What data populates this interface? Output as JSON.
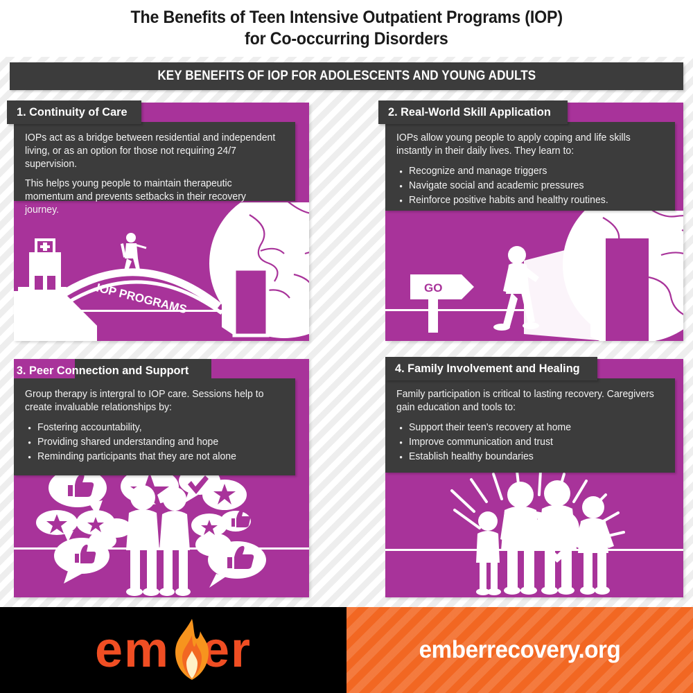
{
  "meta": {
    "accent_magenta": "#a8339a",
    "dark": "#3c3c3c",
    "orange": "#f26722",
    "logo_orange": "#f04e23"
  },
  "title": {
    "line1": "The Benefits of Teen Intensive Outpatient Programs (IOP)",
    "line2": "for Co-occurring Disorders"
  },
  "section_header": "KEY BENEFITS OF IOP FOR ADOLESCENTS AND YOUNG ADULTS",
  "cards": [
    {
      "tab": "1. Continuity of Care",
      "paragraphs": [
        "IOPs act as a bridge between residential and independent living, or as an option for those not requiring 24/7 supervision.",
        "This helps young people to maintain therapeutic momentum and prevents setbacks in their recovery journey."
      ],
      "bullets": [],
      "illustration": "bridge-hospital-door-globe",
      "illustration_label": "IOP PROGRAMS"
    },
    {
      "tab": "2. Real-World Skill Application",
      "paragraphs": [
        "IOPs allow young people to apply coping and life skills instantly in their daily lives. They learn to:"
      ],
      "bullets": [
        "Recognize and manage triggers",
        "Navigate social and academic pressures",
        "Reinforce positive habits and healthy routines."
      ],
      "illustration": "person-walking-go-sign-door-globe",
      "illustration_label": "GO"
    },
    {
      "tab": "3. Peer Connection and Support",
      "paragraphs": [
        "Group therapy is intergral to IOP care. Sessions help to create invaluable relationships by:"
      ],
      "bullets": [
        "Fostering accountability,",
        "Providing shared understanding and hope",
        "Reminding participants that they are not alone"
      ],
      "illustration": "two-people-speech-bubbles",
      "illustration_label": ""
    },
    {
      "tab": "4. Family Involvement and Healing",
      "paragraphs": [
        "Family participation is critical to lasting recovery. Caregivers gain education and tools to:"
      ],
      "bullets": [
        "Support their teen's recovery at home",
        "Improve communication and trust",
        "Establish healthy boundaries"
      ],
      "illustration": "family-four-heart-rays",
      "illustration_label": ""
    }
  ],
  "footer": {
    "logo_pre": "em",
    "logo_post": "er",
    "website": "emberrecovery.org"
  }
}
